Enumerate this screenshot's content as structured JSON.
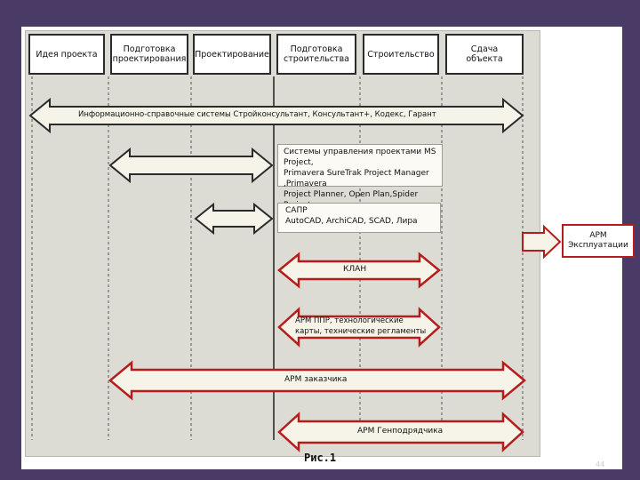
{
  "phases": [
    "Идея проекта",
    "Подготовка\nпроектирования",
    "Проектирование",
    "Подготовка\nстроительства",
    "Строительство",
    "Сдача\nобъекта"
  ],
  "arrows": {
    "info_systems": "Информационно-справочные системы Стройконсультант, Консультант+, Кодекс, Гарант",
    "pm_systems": "Системы управления проектами MS Project,\nPrimavera SureTrak Project Manager ,Primavera\nProject Planner, Open Plan,Spider Project ,",
    "cad": "САПР\nAutoCAD, ArchiCAD, SCAD, Лира",
    "klan": "КЛАН",
    "arm_ppr": "АРМ ППР, технологические\nкарты, технические регламенты",
    "arm_customer": "АРМ заказчика",
    "arm_contractor": "АРМ Генподрядчика",
    "arm_exploitation": "АРМ\nЭксплуатации"
  },
  "caption": "Рис.1",
  "page_number": "44",
  "colors": {
    "background": "#4a3a66",
    "panel": "#dcdcd4",
    "arrow_fill": "#f6f4e8",
    "arrow_stroke_dark": "#2b2b2b",
    "arrow_stroke_red": "#b71c1c"
  }
}
